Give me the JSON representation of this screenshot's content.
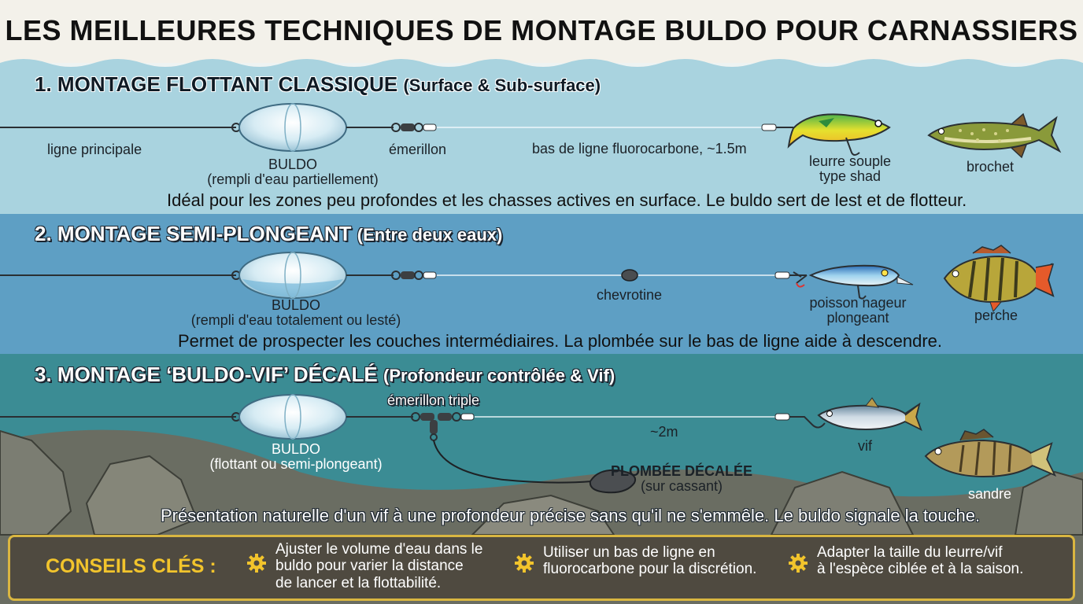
{
  "title": "LES MEILLEURES TECHNIQUES DE MONTAGE BULDO POUR CARNASSIERS",
  "sections": [
    {
      "heading": "1. MONTAGE FLOTTANT CLASSIQUE",
      "subheading": "(Surface & Sub-surface)",
      "labels": {
        "main_line": "ligne principale",
        "buldo": "BULDO",
        "buldo_note": "(rempli d'eau partiellement)",
        "swivel": "émerillon",
        "leader": "bas de ligne fluorocarbone, ~1.5m",
        "lure_line1": "leurre souple",
        "lure_line2": "type shad",
        "fish": "brochet"
      },
      "description": "Idéal pour les zones peu profondes et les chasses actives en surface. Le buldo sert de lest et de flotteur."
    },
    {
      "heading": "2. MONTAGE SEMI-PLONGEANT",
      "subheading": "(Entre deux eaux)",
      "labels": {
        "buldo": "BULDO",
        "buldo_note": "(rempli d'eau totalement ou lesté)",
        "shot": "chevrotine",
        "lure_line1": "poisson nageur",
        "lure_line2": "plongeant",
        "fish": "perche"
      },
      "description": "Permet de prospecter les couches intermédiaires. La plombée sur le bas de ligne aide à descendre."
    },
    {
      "heading": "3. MONTAGE ‘BULDO-VIF’ DÉCALÉ",
      "subheading": "(Profondeur contrôlée & Vif)",
      "labels": {
        "triple_swivel": "émerillon triple",
        "leader_length": "~2m",
        "buldo": "BULDO",
        "buldo_note": "(flottant ou semi-plongeant)",
        "live_bait": "vif",
        "weight": "PLOMBÉE DÉCALÉE",
        "weight_note": "(sur cassant)",
        "fish": "sandre"
      },
      "description": "Présentation naturelle d'un vif à une profondeur précise sans qu'il ne s'emmêle. Le buldo signale la touche."
    }
  ],
  "tips": {
    "heading": "CONSEILS CLÉS :",
    "items": [
      {
        "line1": "Ajuster le volume d'eau dans le",
        "line2": "buldo pour varier la distance",
        "line3": "de lancer et la flottabilité.",
        "icon": "gear-icon"
      },
      {
        "line1": "Utiliser un bas de ligne en",
        "line2": "fluorocarbone pour la discrétion.",
        "icon": "gear-icon"
      },
      {
        "line1": "Adapter la taille du leurre/vif",
        "line2": "à l'espèce ciblée et à la saison.",
        "icon": "gear-icon"
      }
    ]
  },
  "colors": {
    "band1": "#a9d3df",
    "band2": "#5e9fc4",
    "band3": "#3b8c94",
    "tips_bg": "#4f4a40",
    "tips_border": "#d9b641",
    "tips_heading": "#f2c42c"
  }
}
